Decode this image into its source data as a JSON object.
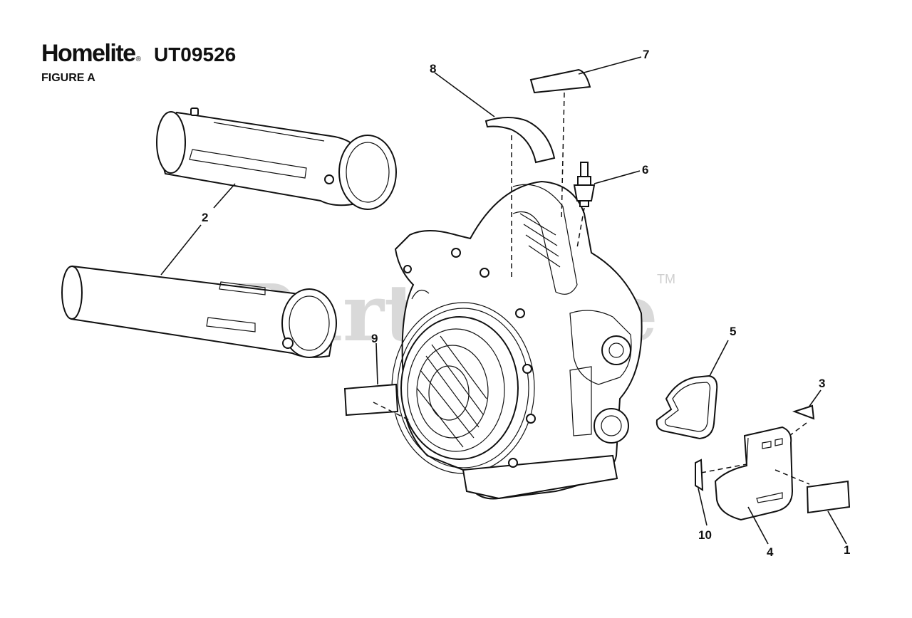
{
  "header": {
    "brand": "Homelite",
    "brand_mark": "®",
    "model": "UT09526",
    "figure": "FIGURE A"
  },
  "watermark": {
    "text": "PartsTree",
    "tm": "TM"
  },
  "callouts": [
    "1",
    "2",
    "3",
    "4",
    "5",
    "6",
    "7",
    "8",
    "9",
    "10"
  ]
}
